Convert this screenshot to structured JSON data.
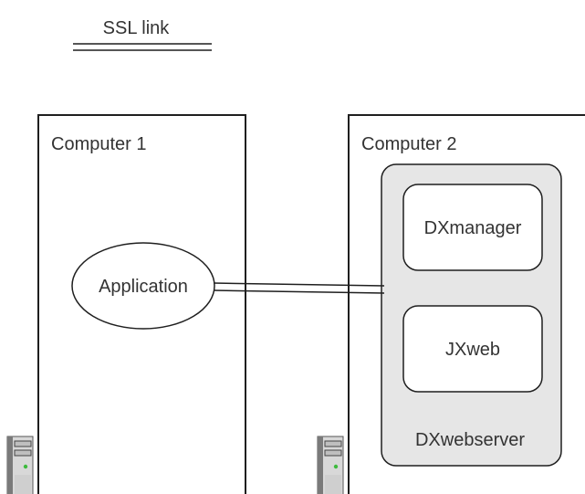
{
  "legend": {
    "label": "SSL link"
  },
  "computer1": {
    "label": "Computer 1",
    "app_label": "Application"
  },
  "computer2": {
    "label": "Computer 2",
    "server_label": "DXwebserver",
    "components": [
      "DXmanager",
      "JXweb"
    ]
  },
  "colors": {
    "stroke": "#1f1f1f",
    "server_fill": "#e6e6e6",
    "tower_light": "#d8d8d8",
    "tower_dark": "#7a7a7a",
    "led": "#3dbb3d"
  },
  "icons": [
    "server-tower-icon",
    "server-tower-icon"
  ]
}
